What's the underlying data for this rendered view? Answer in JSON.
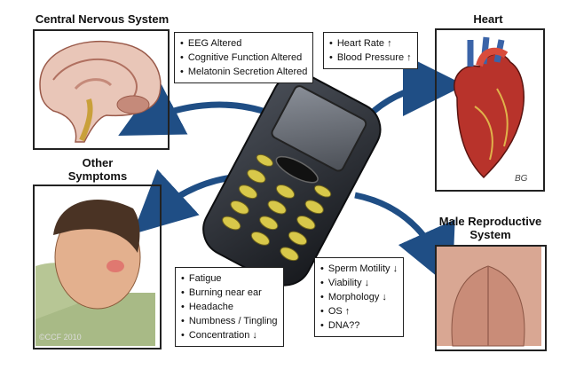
{
  "titles": {
    "cns": "Central Nervous System",
    "heart": "Heart",
    "other": "Other\nSymptoms",
    "male": "Male Reproductive\nSystem"
  },
  "boxes": {
    "cns_effects": [
      "EEG Altered",
      "Cognitive Function Altered",
      "Melatonin Secretion Altered"
    ],
    "heart_effects": [
      "Heart Rate ↑",
      "Blood Pressure ↑"
    ],
    "symptoms": [
      "Fatigue",
      "Burning near ear",
      "Headache",
      "Numbness / Tingling",
      "Concentration ↓"
    ],
    "reproductive": [
      "Sperm Motility ↓",
      "Viability ↓",
      "Morphology ↓",
      "OS ↑",
      "DNA??"
    ]
  },
  "copyright": "©CCF 2010",
  "signature": "BG",
  "colors": {
    "arrow": "#1f4e85",
    "phone": "#2b2f36",
    "key": "#d8c84a"
  }
}
